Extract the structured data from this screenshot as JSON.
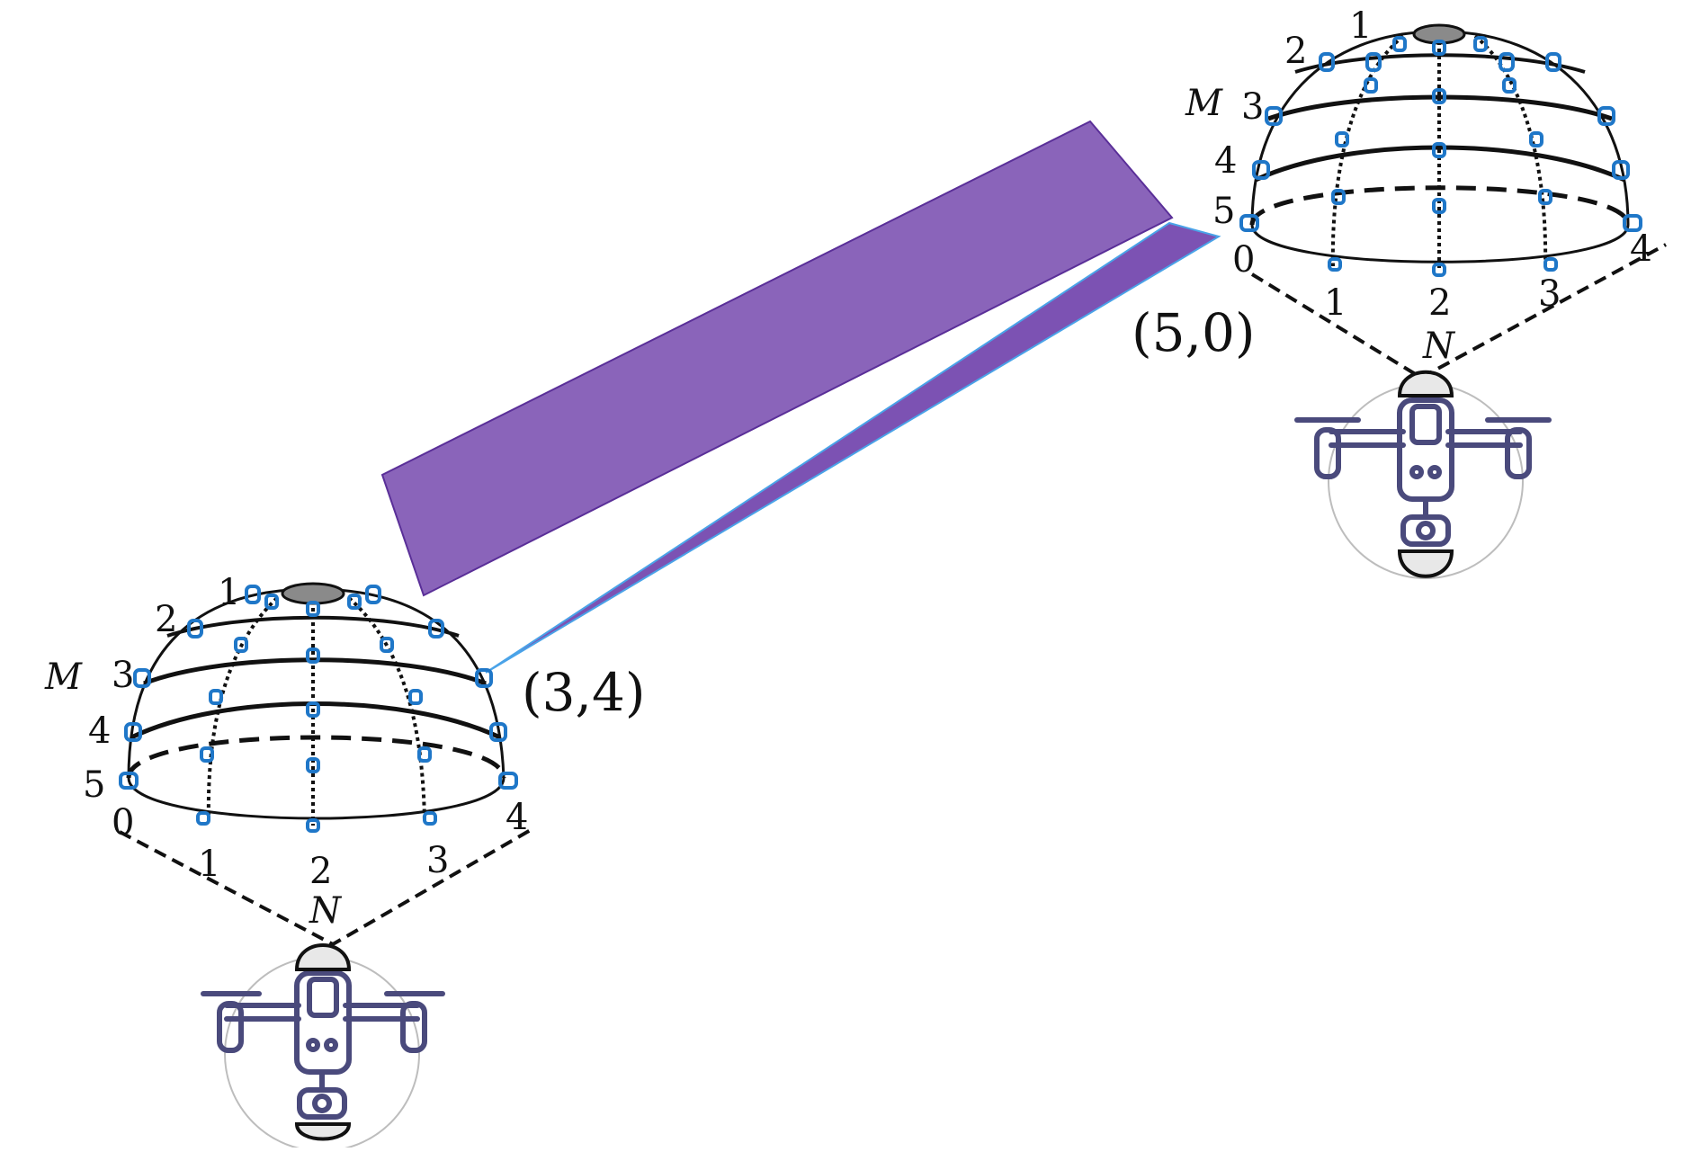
{
  "diagram": {
    "colors": {
      "beam": "#7a4fb0",
      "beam_edge": "#5a2f98",
      "element": "#1f77c8",
      "line": "#111111",
      "drone": "#4a4a7c",
      "drone_circle": "#bdbdbd"
    },
    "left_uav": {
      "m_axis_letter": "M",
      "n_axis_letter": "N",
      "row_labels": [
        "1",
        "2",
        "3",
        "4",
        "5"
      ],
      "column_labels": [
        "0",
        "1",
        "2",
        "3",
        "4"
      ],
      "beam_index": "(3,4)",
      "icon": "quadcopter-drone-icon"
    },
    "right_uav": {
      "m_axis_letter": "M",
      "n_axis_letter": "N",
      "row_labels": [
        "1",
        "2",
        "3",
        "4",
        "5"
      ],
      "column_labels": [
        "0",
        "1",
        "2",
        "3",
        "4"
      ],
      "beam_index": "(5,0)",
      "icon": "quadcopter-drone-icon"
    }
  }
}
